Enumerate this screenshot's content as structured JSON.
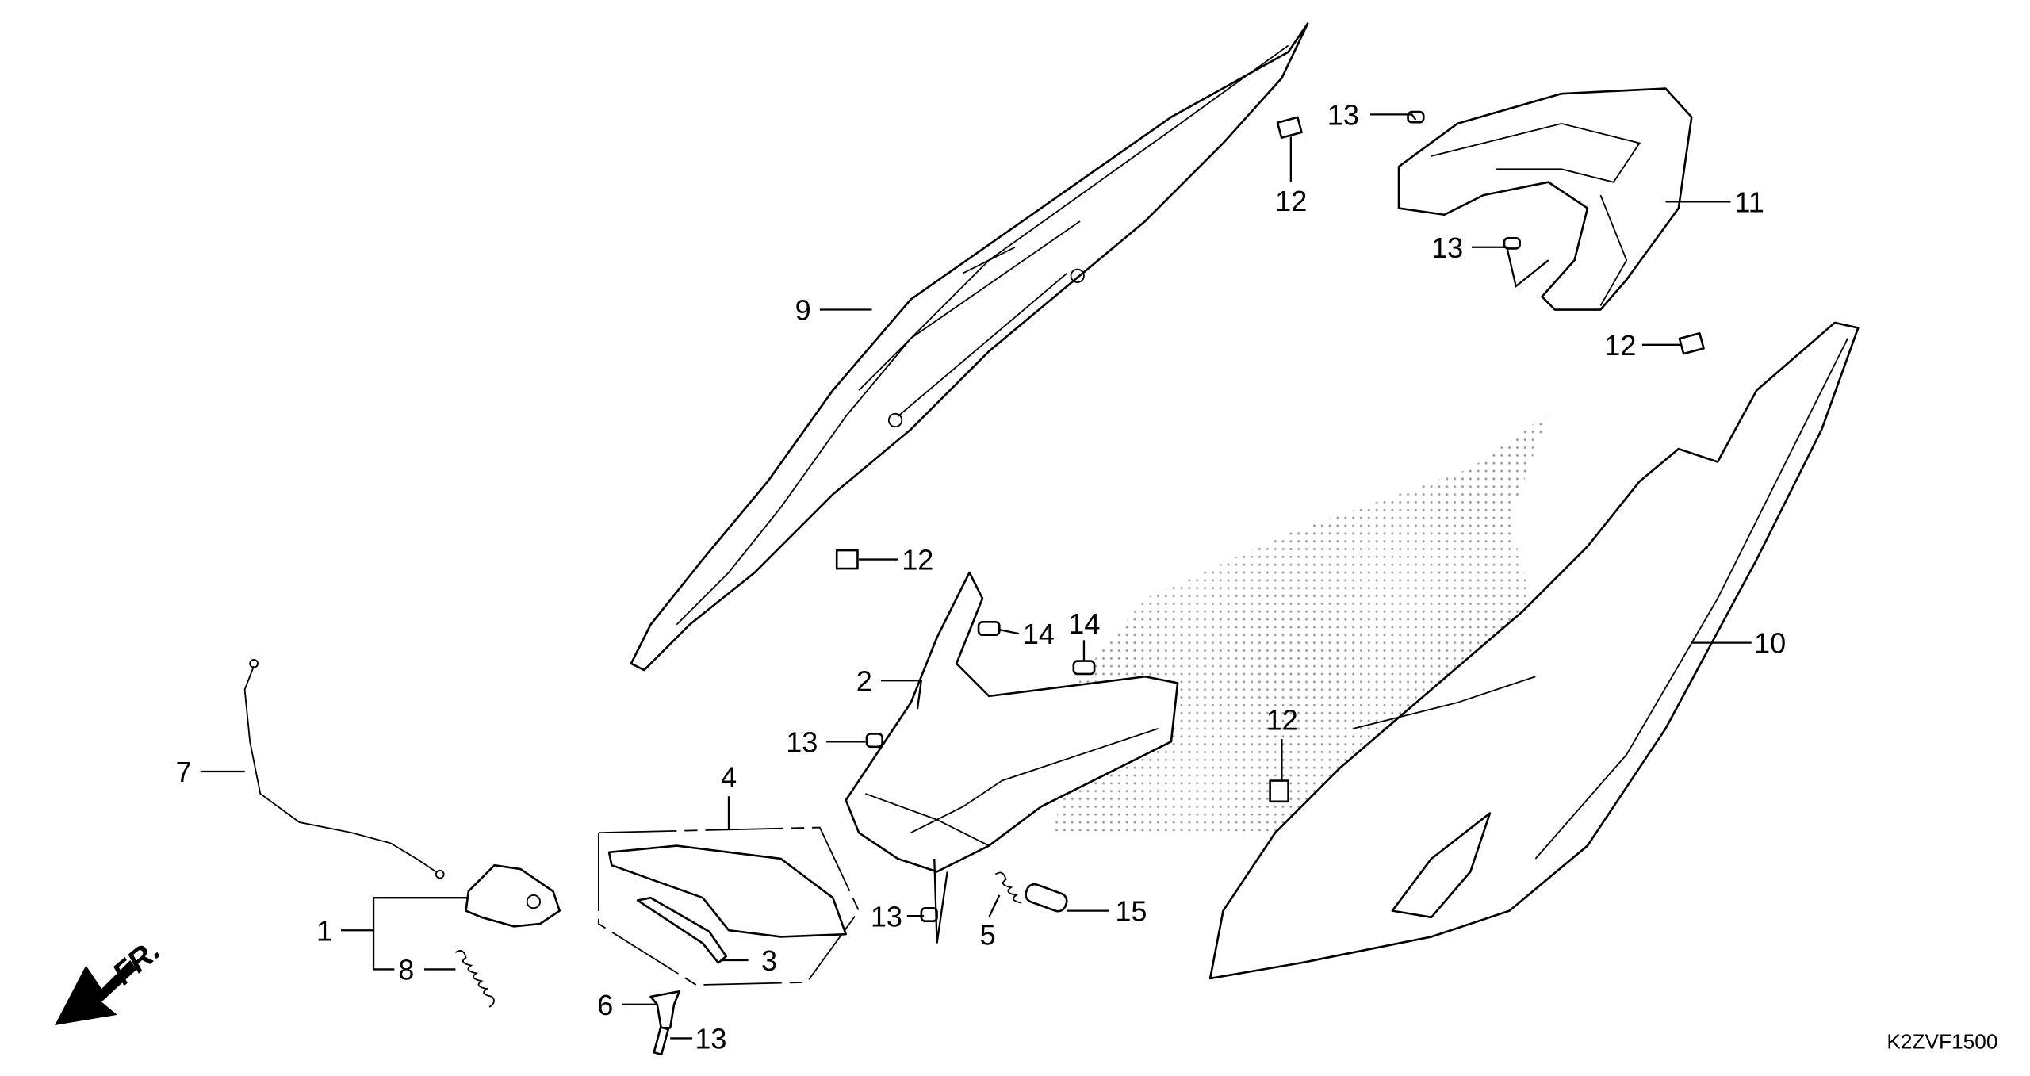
{
  "diagram": {
    "code": "K2ZVF1500",
    "direction_label": "FR.",
    "labels": {
      "p13a": "13",
      "p12a": "12",
      "p11": "11",
      "p13b": "13",
      "p12b": "12",
      "p9": "9",
      "p12c": "12",
      "p14a": "14",
      "p14b": "14",
      "p2": "2",
      "p10": "10",
      "p13c": "13",
      "p12d": "12",
      "p4": "4",
      "p7": "7",
      "p1": "1",
      "p8": "8",
      "p3": "3",
      "p13d": "13",
      "p5": "5",
      "p15": "15",
      "p6": "6",
      "p13e": "13"
    }
  }
}
